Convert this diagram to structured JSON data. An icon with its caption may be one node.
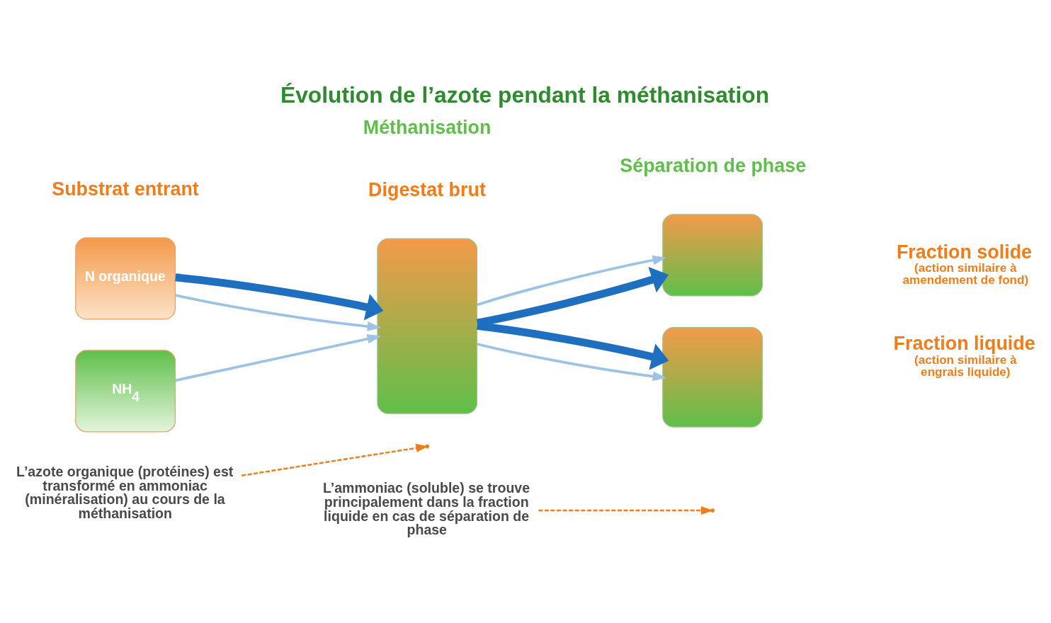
{
  "diagram": {
    "title": "Évolution de l’azote pendant la méthanisation",
    "nodes": [
      {
        "text": [
          "N organique"
        ]
      },
      {
        "text": [
          "NH$_{4}$"
        ]
      },
      {
        "text": [],
        "shape": "box",
        "beside": [
          "Digestat brut"
        ]
      },
      {
        "text": [],
        "shape": "box",
        "beside": [
          "Fraction solide",
          "(action similaire à amendement de fond)"
        ]
      },
      {
        "text": [],
        "shape": "box",
        "beside": [
          "Fraction liquide",
          "(action similaire à engrais liquide)"
        ]
      },
      {
        "text": [
          "L’azote organique (protéines) est transformé en ammoniac (minéralisation) au cours de la méthanisation"
        ]
      },
      {
        "text": [
          "L’ammoniac (soluble) se trouve principalement dans la fraction liquide en cas de séparation de phase"
        ]
      }
    ],
    "edges": [
      {
        "from": 0,
        "to": 2,
        "arrow": "to"
      },
      {
        "from": 0,
        "to": 2,
        "arrow": "to",
        "style": "thick",
        "color": "#1f6fc0"
      },
      {
        "from": 1,
        "to": 2,
        "arrow": "to"
      },
      {
        "from": 2,
        "to": 3,
        "arrow": "to",
        "style": "thick",
        "color": "#1f6fc0"
      },
      {
        "from": 2,
        "to": 3,
        "arrow": "to"
      },
      {
        "from": 2,
        "to": 4,
        "arrow": "to"
      },
      {
        "from": 2,
        "to": 4,
        "arrow": "to",
        "style": "thick",
        "color": "#1f6fc0"
      },
      {
        "from": 5,
        "to": null,
        "arrow": "to",
        "style": "dashed",
        "color": "#f07c1a"
      },
      {
        "from": 6,
        "to": null,
        "arrow": "to",
        "style": "dashed",
        "color": "#f07c1a"
      }
    ],
    "labels": [
      "Méthanisation",
      "Séparation de phase",
      "Substrat entrant"
    ]
  }
}
